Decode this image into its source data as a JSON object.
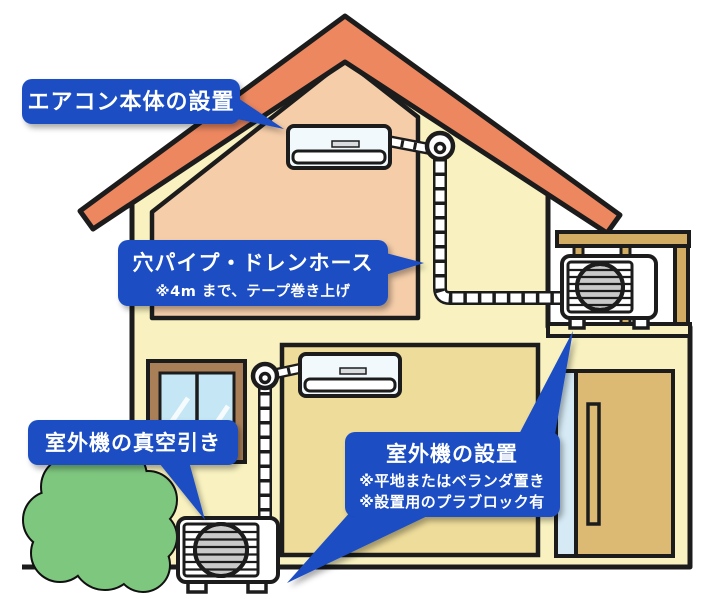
{
  "callouts": {
    "indoor_install": {
      "label": "エアコン本体の設置"
    },
    "pipe_hose": {
      "label": "穴パイプ・ドレンホース",
      "note": "※4m まで、テープ巻き上げ"
    },
    "vacuum": {
      "label": "室外機の真空引き"
    },
    "outdoor_install": {
      "label": "室外機の設置",
      "note1": "※平地またはベランダ置き",
      "note2": "※設置用のプラブロック有"
    }
  },
  "colors": {
    "accent_blue": "#1a4dc3",
    "roof_orange": "#ec8760",
    "wall_cream": "#f9f2c0",
    "attic_peach": "#f5cda9",
    "room_tan": "#eedc9a",
    "wood_tan": "#d2ac62",
    "door_tan": "#ddba74",
    "glass_blue": "#c5e6f4",
    "tree_green": "#7ec77f",
    "fan_gray": "#c9c9c9",
    "outline_black": "#1c1c1c"
  }
}
